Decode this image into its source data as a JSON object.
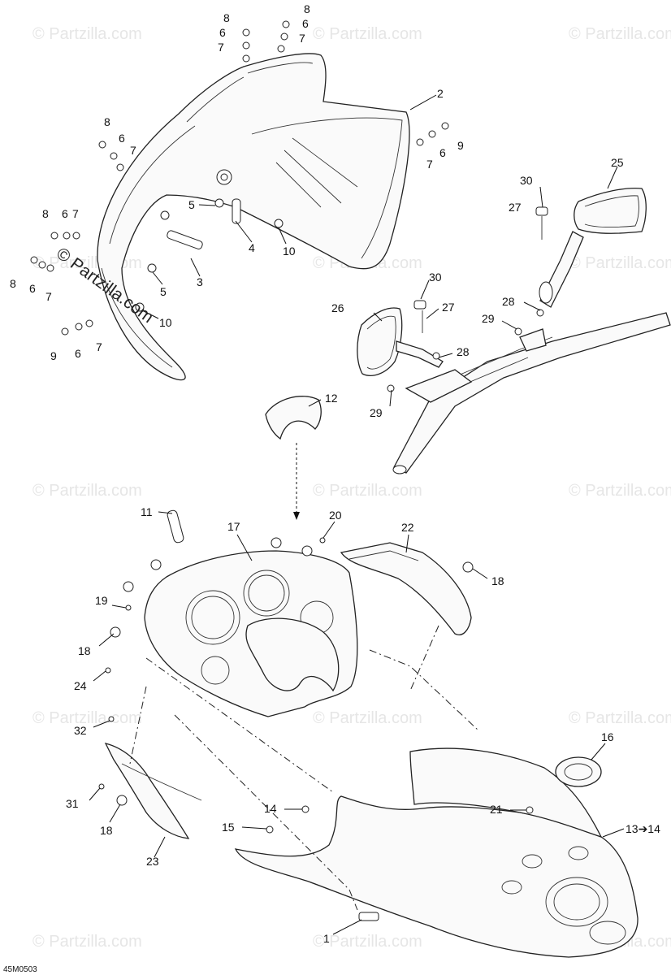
{
  "watermark": {
    "text": "© Partzilla.com"
  },
  "brand_mark": {
    "text": "© Partzilla.com"
  },
  "diagram_code": "45M0503",
  "callouts": {
    "c1": "1",
    "c2": "2",
    "c3": "3",
    "c4": "4",
    "c5": "5",
    "c6": "6",
    "c7": "7",
    "c8": "8",
    "c9": "9",
    "c10": "10",
    "c11": "11",
    "c12": "12",
    "c13": "13➔14",
    "c14": "14",
    "c15": "15",
    "c16": "16",
    "c17": "17",
    "c18": "18",
    "c19": "19",
    "c20": "20",
    "c21": "21",
    "c22": "22",
    "c23": "23",
    "c24": "24",
    "c25": "25",
    "c26": "26",
    "c27": "27",
    "c28": "28",
    "c29": "29",
    "c30": "30",
    "c31": "31",
    "c32": "32"
  }
}
